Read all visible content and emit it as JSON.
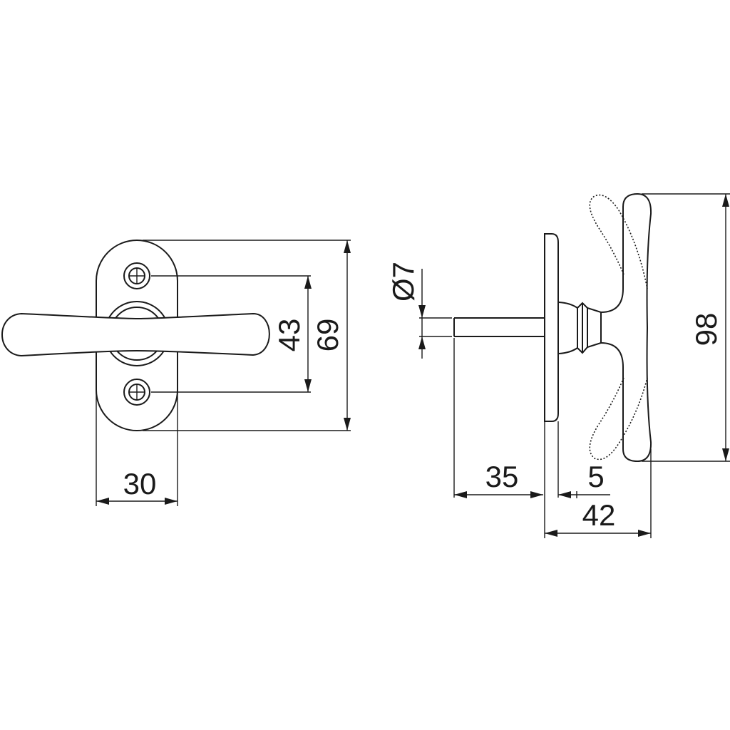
{
  "drawing": {
    "front_view": {
      "width_label": "30",
      "hole_spacing_label": "43",
      "height_label": "69"
    },
    "side_view": {
      "spindle_diameter_label": "Ø7",
      "spindle_length_label": "35",
      "rose_thickness_label": "5",
      "projection_label": "42",
      "handle_height_label": "98"
    },
    "line_color": "#1a1a1a"
  }
}
